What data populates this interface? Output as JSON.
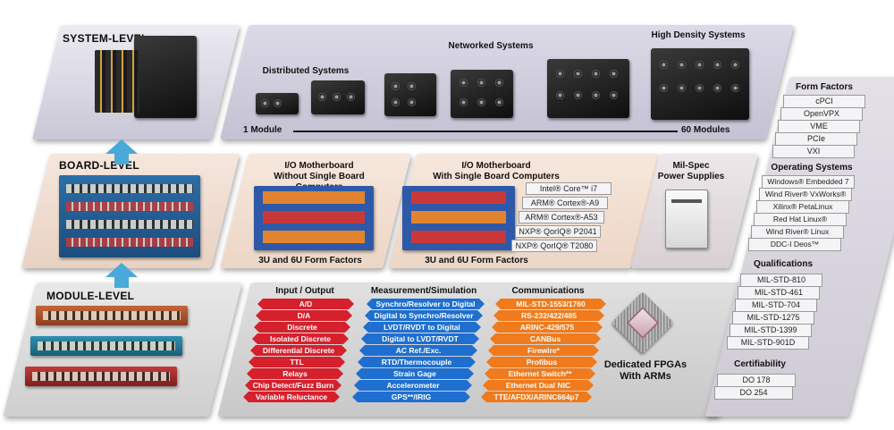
{
  "levels": {
    "system": "SYSTEM-LEVEL",
    "board": "BOARD-LEVEL",
    "module": "MODULE-LEVEL"
  },
  "system": {
    "distributed": "Distributed Systems",
    "networked": "Networked Systems",
    "high_density": "High Density Systems",
    "scale_start": "1 Module",
    "scale_end": "60 Modules"
  },
  "board": {
    "without_sbc_line1": "I/O Motherboard",
    "without_sbc_line2": "Without Single Board Computers",
    "with_sbc_line1": "I/O Motherboard",
    "with_sbc_line2": "With Single Board Computers",
    "form_factors_a": "3U and 6U Form Factors",
    "form_factors_b": "3U and 6U Form Factors",
    "power_line1": "Mil-Spec",
    "power_line2": "Power Supplies",
    "processors": [
      "Intel® Core™ i7",
      "ARM® Cortex®-A9",
      "ARM® Cortex®-A53",
      "NXP® QorIQ® P2041",
      "NXP® QorIQ® T2080"
    ]
  },
  "module": {
    "io_title": "Input / Output",
    "meas_title": "Measurement/Simulation",
    "comm_title": "Communications",
    "io": [
      "A/D",
      "D/A",
      "Discrete",
      "Isolated Discrete",
      "Differential Discrete",
      "TTL",
      "Relays",
      "Chip Detect/Fuzz Burn",
      "Variable Reluctance"
    ],
    "meas": [
      "Synchro/Resolver to Digital",
      "Digital to Synchro/Resolver",
      "LVDT/RVDT to Digital",
      "Digital to LVDT/RVDT",
      "AC Ref./Exc.",
      "RTD/Thermocouple",
      "Strain Gage",
      "Accelerometer",
      "GPS**/IRIG"
    ],
    "comm": [
      "MIL-STD-1553/1760",
      "RS-232/422/485",
      "ARINC-429/575",
      "CANBus",
      "Firewire*",
      "Profibus",
      "Ethernet Switch**",
      "Ethernet Dual NIC",
      "TTE/AFDX/ARINC664p7"
    ],
    "fpga_line1": "Dedicated FPGAs",
    "fpga_line2": "With ARMs"
  },
  "sidebar": {
    "form_factors_title": "Form Factors",
    "form_factors": [
      "cPCI",
      "OpenVPX",
      "VME",
      "PCIe",
      "VXI"
    ],
    "os_title": "Operating Systems",
    "os": [
      "Windows® Embedded 7",
      "Wind River® VxWorks®",
      "Xilinx® PetaLinux",
      "Red Hat Linux®",
      "Wind River® Linux",
      "DDC-I Deos™"
    ],
    "qual_title": "Qualifications",
    "qual": [
      "MIL-STD-810",
      "MIL-STD-461",
      "MIL-STD-704",
      "MIL-STD-1275",
      "MIL-STD-1399",
      "MIL-STD-901D"
    ],
    "cert_title": "Certifiability",
    "cert": [
      "DO 178",
      "DO 254"
    ]
  },
  "colors": {
    "io_accent": "#d6202c",
    "meas_accent": "#1f6fd1",
    "comm_accent": "#f07a1c",
    "arrow": "#49a9d9"
  }
}
